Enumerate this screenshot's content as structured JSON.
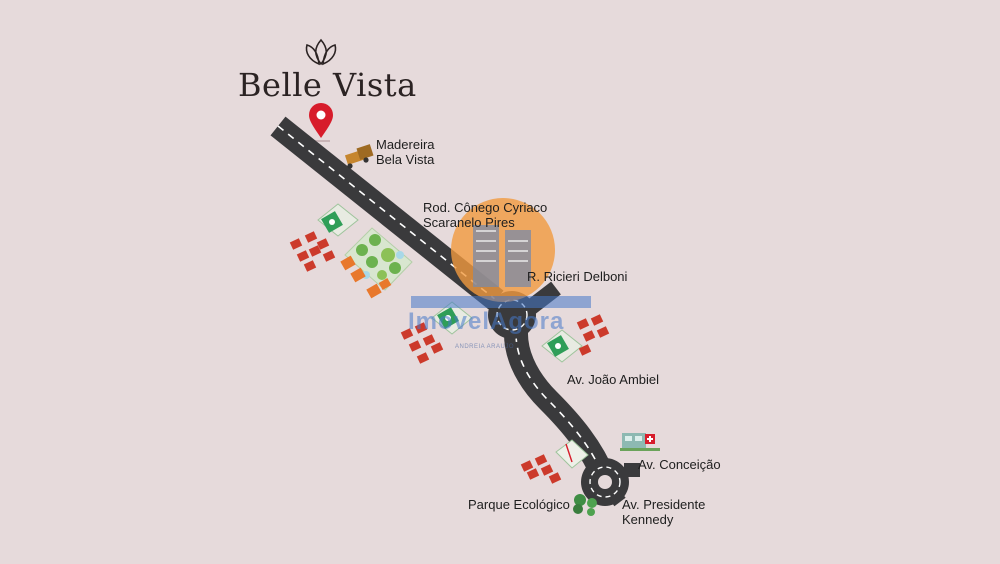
{
  "brand": {
    "name": "Belle Vista",
    "logo_icon": "lotus-icon"
  },
  "watermark": {
    "text": "ImovelAgora",
    "subtext": "ANDREIA ARAUJO"
  },
  "map": {
    "labels": {
      "madeireira": [
        "Madereira",
        "Bela Vista"
      ],
      "rodovia": [
        "Rod. Cônego Cyriaco",
        "Scaranelo Pires"
      ],
      "ricieri": "R. Ricieri Delboni",
      "joao": "Av. João Ambiel",
      "conceicao": "Av. Conceição",
      "kennedy": [
        "Av. Presidente",
        "Kennedy"
      ],
      "parque": "Parque Ecológico"
    },
    "colors": {
      "background": "#e6dadb",
      "road": "#3a3a3c",
      "pin": "#d71c2b",
      "house": "#cc3a2b",
      "park": "#3aa553",
      "orange_block": "#e8782c"
    }
  }
}
